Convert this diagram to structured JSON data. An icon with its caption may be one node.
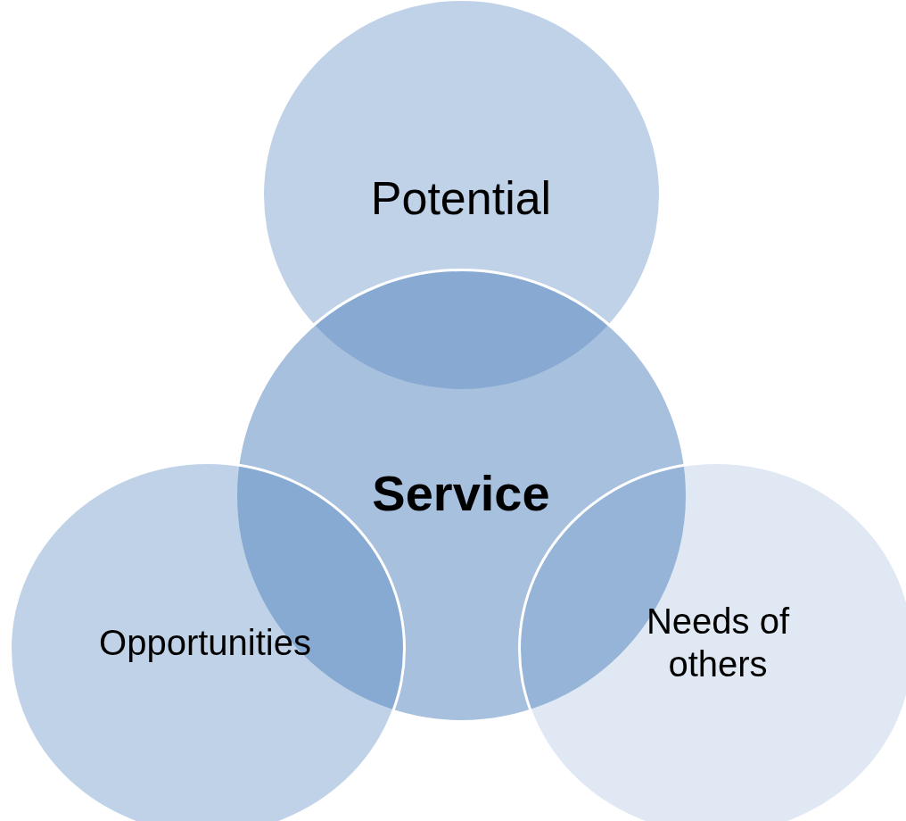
{
  "diagram": {
    "nodes": [
      {
        "text": [
          "Potential"
        ]
      },
      {
        "text": [
          "Service"
        ]
      },
      {
        "text": [
          "Opportunities"
        ]
      },
      {
        "text": [
          "Needs of others"
        ]
      }
    ]
  }
}
